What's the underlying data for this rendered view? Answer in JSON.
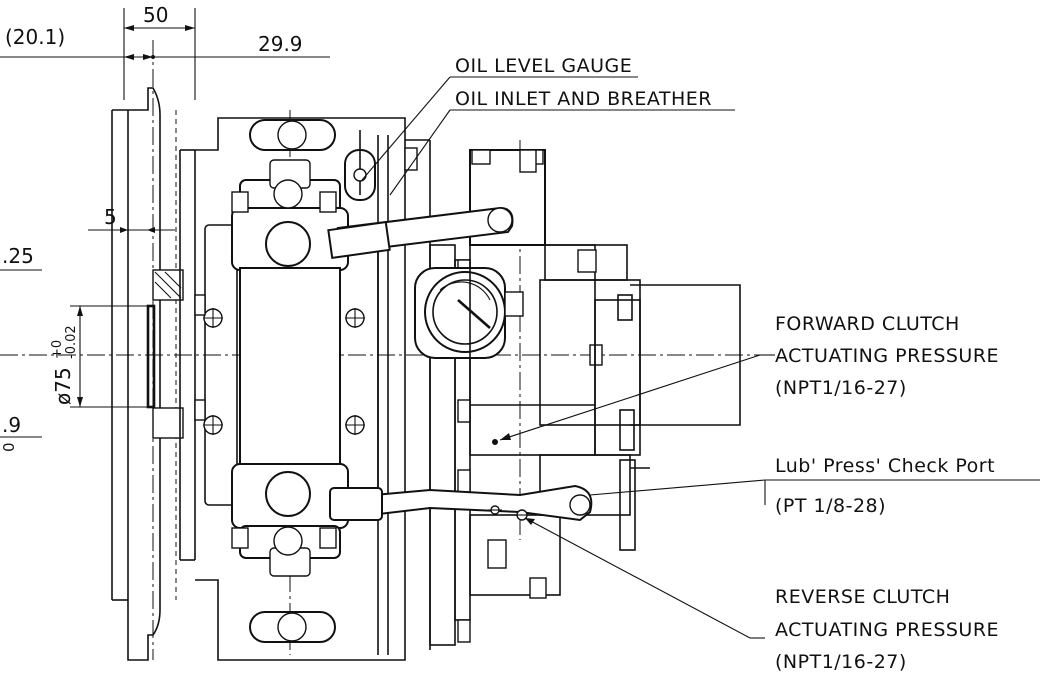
{
  "dimensions": {
    "d_20_1": "(20.1)",
    "d_50": "50",
    "d_29_9": "29.9",
    "d_5": "5",
    "d_25_partial": ".25",
    "d_9_partial": ".9",
    "d_0_partial": "0",
    "dia_prefix": "ø75",
    "tol_upper": "+0",
    "tol_lower": "-0.02"
  },
  "callouts": {
    "oil_level_gauge": "OIL LEVEL GAUGE",
    "oil_inlet": "OIL INLET AND BREATHER",
    "forward_1": "FORWARD CLUTCH",
    "forward_2": "ACTUATING PRESSURE",
    "forward_3": "(NPT1/16-27)",
    "lub_1": "Lub' Press' Check Port",
    "lub_2": "(PT 1/8-28)",
    "reverse_1": "REVERSE CLUTCH",
    "reverse_2": "ACTUATING PRESSURE",
    "reverse_3": "(NPT1/16-27)"
  }
}
